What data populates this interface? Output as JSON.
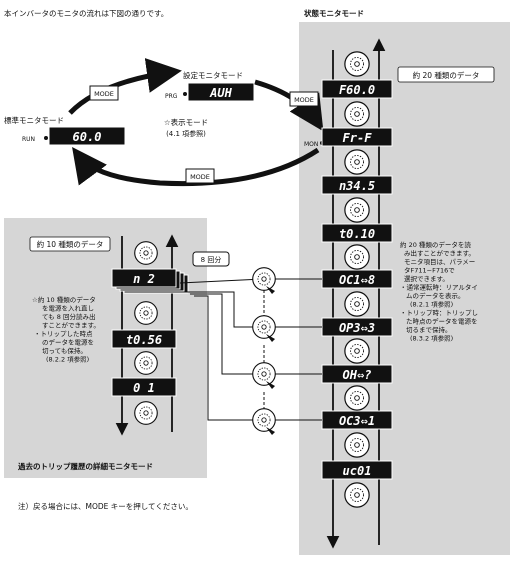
{
  "intro": "本インバータのモニタの流れは下図の通りです。",
  "status_panel": {
    "title": "状態モニタモード",
    "note_20": "約 20 種類のデータ",
    "desc": [
      "約 20 種類のデータを読",
      "み出すことができます。",
      "モニタ項目は、パラメー",
      "タF711~F716で",
      "選択できます。",
      "・通常運転時：リアルタイ",
      "ムのデータを表示。",
      "(8.2.1 項参照)",
      "・トリップ時：トリップし",
      "た時点のデータを電源を",
      "切るまで保持。",
      "(8.3.2 項参照)"
    ],
    "displays": [
      "F60.0",
      "Fr-F",
      "n34.5",
      "t0.10",
      "OC1⇔8",
      "OP3⇔3",
      "OH⇔?",
      "OC3⇔1",
      "uc01"
    ]
  },
  "modes": {
    "standard_label": "標準モニタモード",
    "standard_tag": "RUN",
    "standard_display": "60.0",
    "setting_label": "設定モニタモード",
    "setting_tag": "PRG",
    "setting_display": "AUH",
    "mon_tag": "MON",
    "display_mode": "☆表示モード",
    "display_mode_ref": "(4.1 項参照)",
    "mode_key": "MODE"
  },
  "trip_panel": {
    "title": "過去のトリップ履歴の詳細モニタモード",
    "note_10": "約 10 種類のデータ",
    "count_badge": "8 回分",
    "desc": [
      "☆約 10 種類のデータ",
      "を電源を入れ直し",
      "ても 8 回分読み出",
      "すことができます。",
      "・トリップした時点",
      "のデータを電源を",
      "切っても保持。",
      "(8.2.2 項参照)"
    ],
    "displays": [
      "n 2",
      "t0.56",
      "0 1"
    ]
  },
  "footnote": "注）戻る場合には、MODE キーを押してください。"
}
